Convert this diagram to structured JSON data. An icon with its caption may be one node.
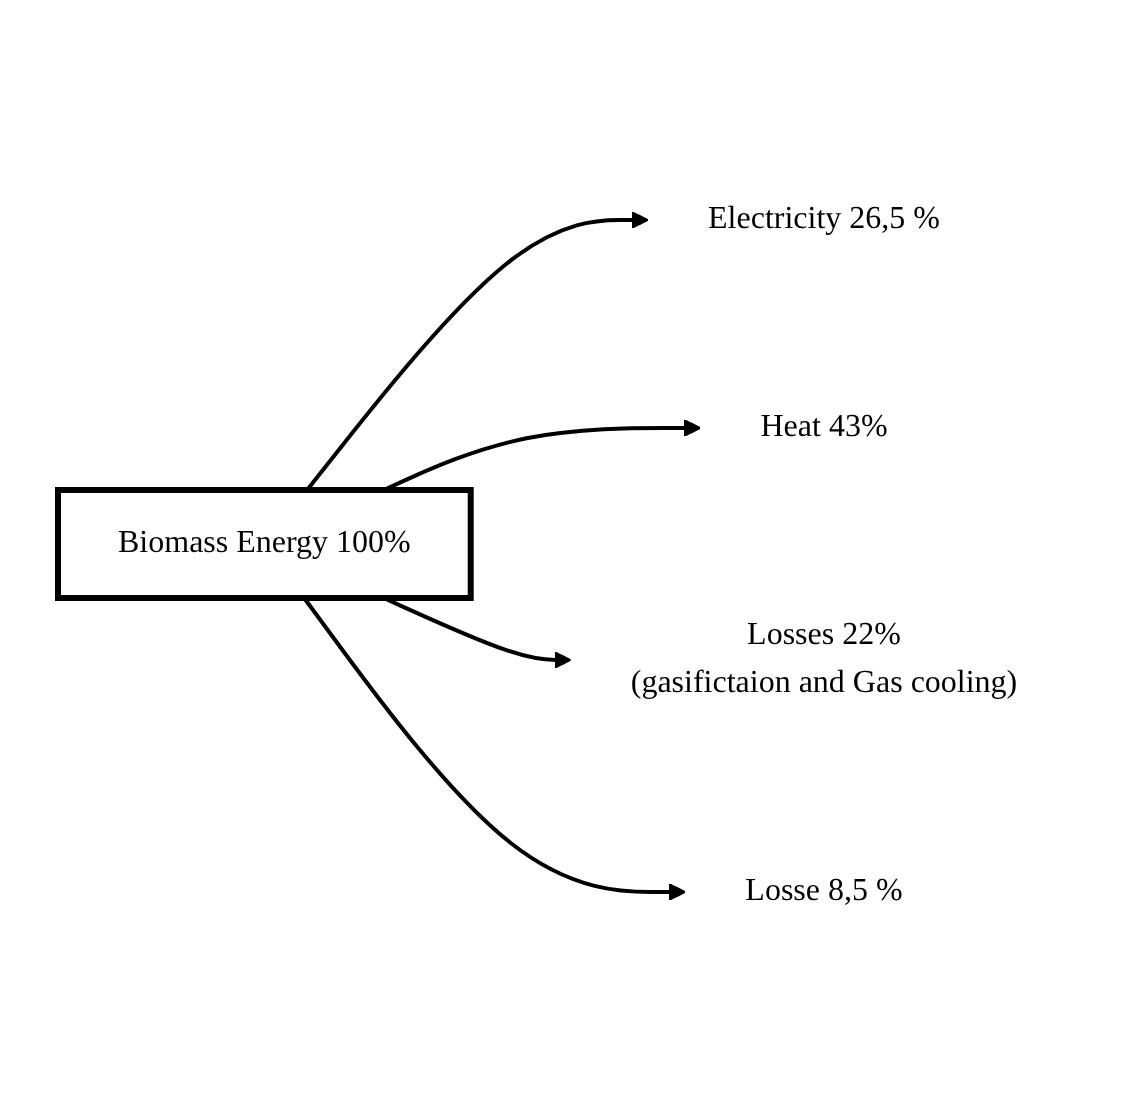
{
  "diagram": {
    "nodes": [
      {
        "text": [
          "Biomass Energy 100%"
        ]
      },
      {
        "text": [
          "Electricity 26,5 %"
        ]
      },
      {
        "text": [
          "Heat 43%"
        ]
      },
      {
        "text": [
          "Losses 22%",
          "(gasifictaion and Gas cooling)"
        ]
      },
      {
        "text": [
          "Losse 8,5 %"
        ]
      }
    ],
    "edges": [
      {
        "from": 0,
        "to": 1,
        "arrow": "to"
      },
      {
        "from": 0,
        "to": 2,
        "arrow": "to"
      },
      {
        "from": 0,
        "to": 3,
        "arrow": "to"
      },
      {
        "from": 0,
        "to": 4,
        "arrow": "to"
      }
    ]
  }
}
